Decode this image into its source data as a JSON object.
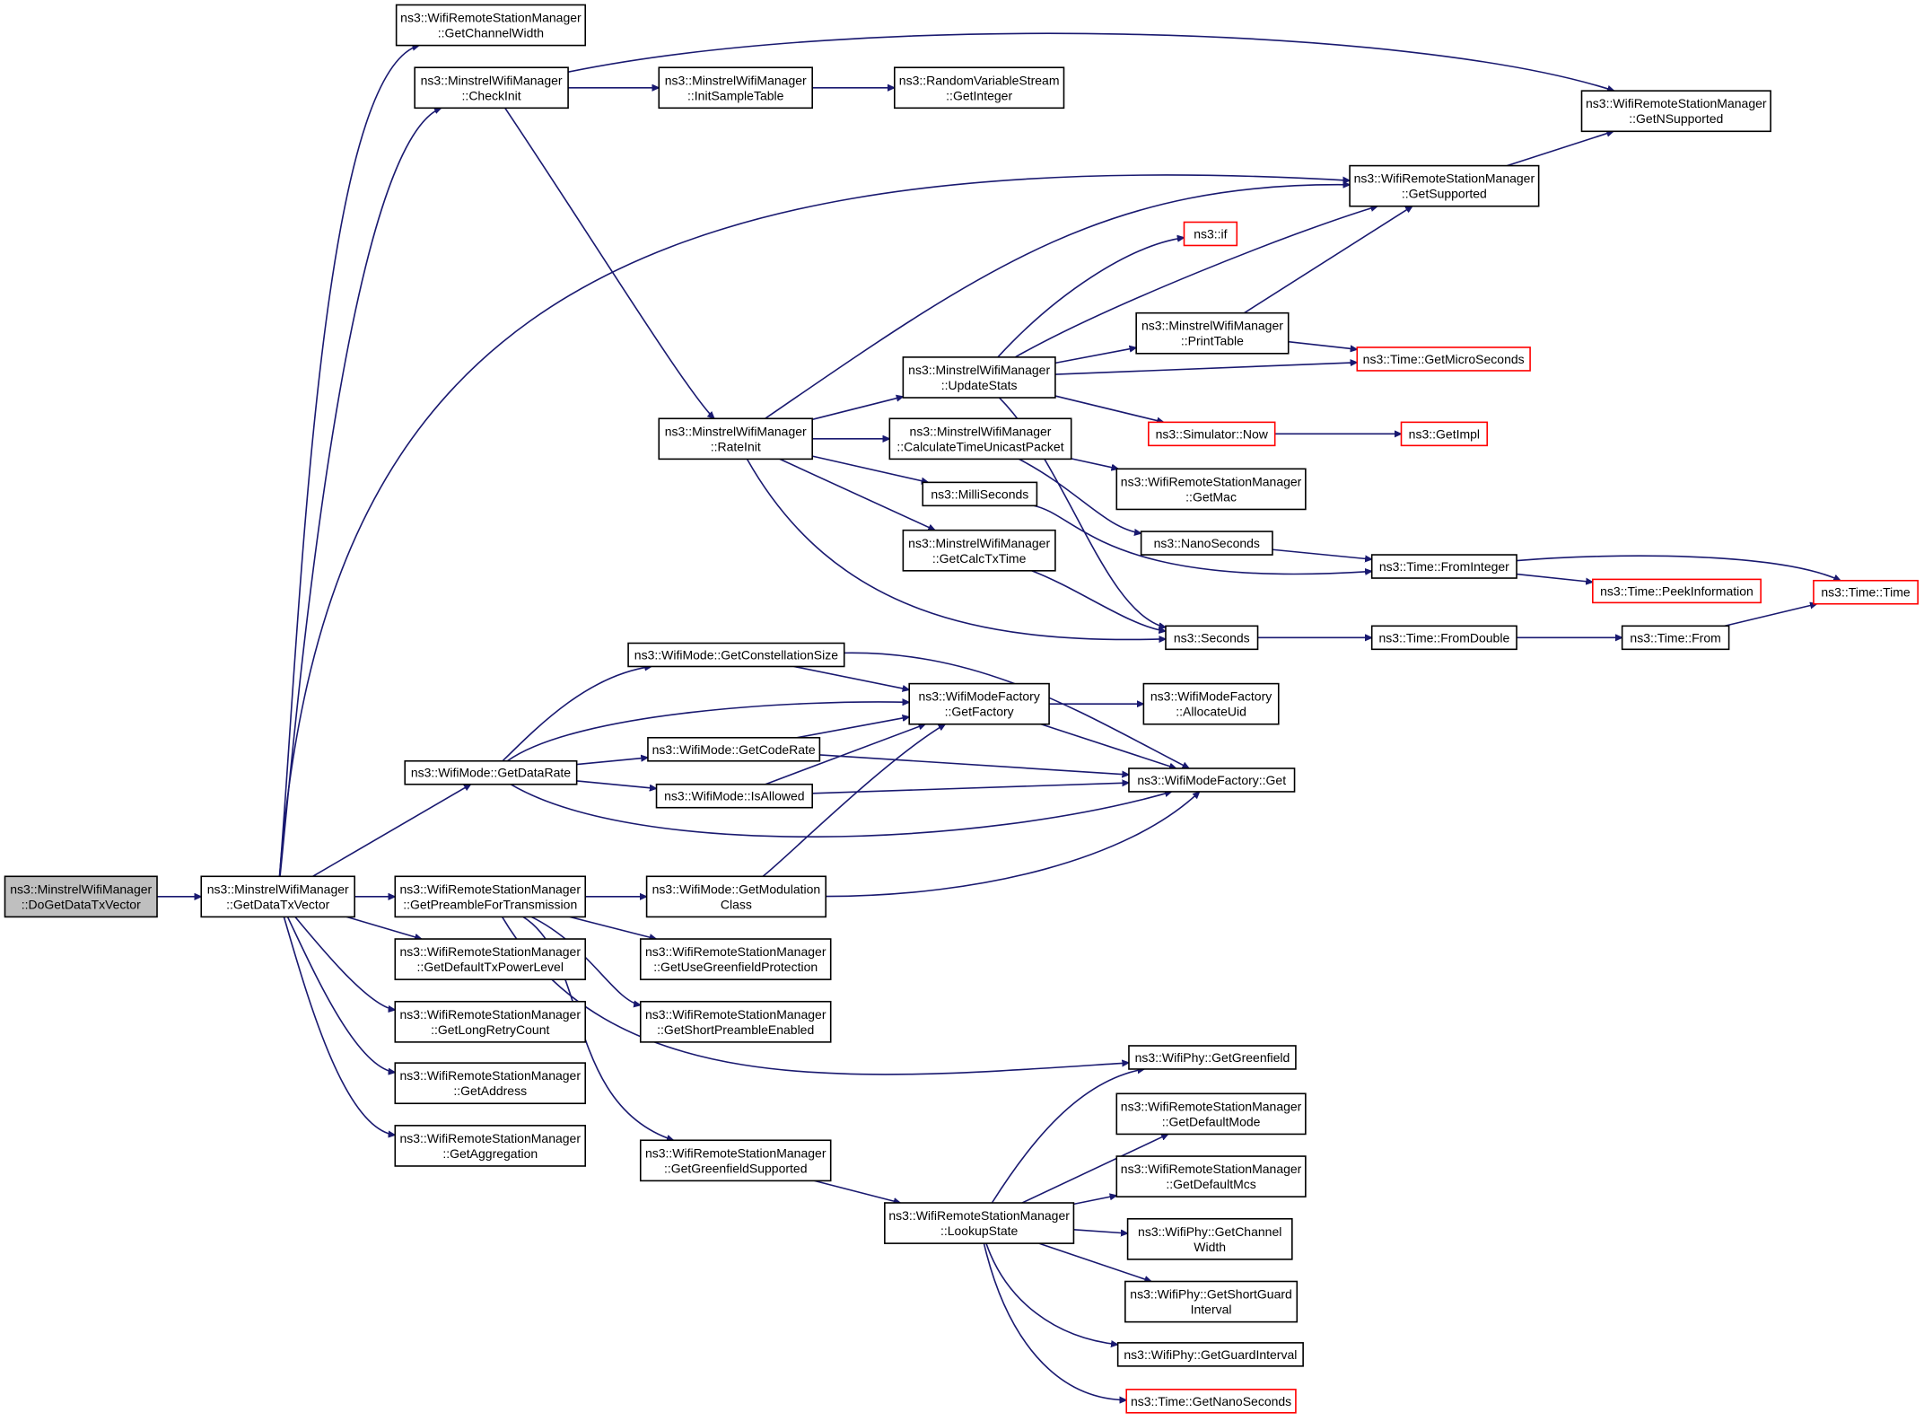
{
  "graph": {
    "nodes": {
      "doget": {
        "lines": [
          "ns3::MinstrelWifiManager",
          "::DoGetDataTxVector"
        ],
        "highlight": true
      },
      "getdatatx": {
        "lines": [
          "ns3::MinstrelWifiManager",
          "::GetDataTxVector"
        ]
      },
      "getchanwidth": {
        "lines": [
          "ns3::WifiRemoteStationManager",
          "::GetChannelWidth"
        ]
      },
      "checkinit": {
        "lines": [
          "ns3::MinstrelWifiManager",
          "::CheckInit"
        ]
      },
      "initsample": {
        "lines": [
          "ns3::MinstrelWifiManager",
          "::InitSampleTable"
        ]
      },
      "randint": {
        "lines": [
          "ns3::RandomVariableStream",
          "::GetInteger"
        ]
      },
      "getnsupported": {
        "lines": [
          "ns3::WifiRemoteStationManager",
          "::GetNSupported"
        ]
      },
      "getsupported": {
        "lines": [
          "ns3::WifiRemoteStationManager",
          "::GetSupported"
        ]
      },
      "nsif": {
        "lines": [
          "ns3::if"
        ],
        "truncated": true
      },
      "printtable": {
        "lines": [
          "ns3::MinstrelWifiManager",
          "::PrintTable"
        ]
      },
      "getmicro": {
        "lines": [
          "ns3::Time::GetMicroSeconds"
        ],
        "truncated": true
      },
      "updatestats": {
        "lines": [
          "ns3::MinstrelWifiManager",
          "::UpdateStats"
        ]
      },
      "rateinit": {
        "lines": [
          "ns3::MinstrelWifiManager",
          "::RateInit"
        ]
      },
      "simnow": {
        "lines": [
          "ns3::Simulator::Now"
        ],
        "truncated": true
      },
      "getimpl": {
        "lines": [
          "ns3::GetImpl"
        ],
        "truncated": true
      },
      "calctime": {
        "lines": [
          "ns3::MinstrelWifiManager",
          "::CalculateTimeUnicastPacket"
        ]
      },
      "getmac": {
        "lines": [
          "ns3::WifiRemoteStationManager",
          "::GetMac"
        ]
      },
      "milli": {
        "lines": [
          "ns3::MilliSeconds"
        ]
      },
      "nano": {
        "lines": [
          "ns3::NanoSeconds"
        ]
      },
      "frominteger": {
        "lines": [
          "ns3::Time::FromInteger"
        ]
      },
      "peekinfo": {
        "lines": [
          "ns3::Time::PeekInformation"
        ],
        "truncated": true
      },
      "timetime": {
        "lines": [
          "ns3::Time::Time"
        ],
        "truncated": true
      },
      "getcalctx": {
        "lines": [
          "ns3::MinstrelWifiManager",
          "::GetCalcTxTime"
        ]
      },
      "seconds": {
        "lines": [
          "ns3::Seconds"
        ]
      },
      "fromdouble": {
        "lines": [
          "ns3::Time::FromDouble"
        ]
      },
      "timefrom": {
        "lines": [
          "ns3::Time::From"
        ]
      },
      "constsize": {
        "lines": [
          "ns3::WifiMode::GetConstellationSize"
        ]
      },
      "getfactory": {
        "lines": [
          "ns3::WifiModeFactory",
          "::GetFactory"
        ]
      },
      "allocuid": {
        "lines": [
          "ns3::WifiModeFactory",
          "::AllocateUid"
        ]
      },
      "getdatarate": {
        "lines": [
          "ns3::WifiMode::GetDataRate"
        ]
      },
      "getcoderate": {
        "lines": [
          "ns3::WifiMode::GetCodeRate"
        ]
      },
      "factoryget": {
        "lines": [
          "ns3::WifiModeFactory::Get"
        ]
      },
      "isallowed": {
        "lines": [
          "ns3::WifiMode::IsAllowed"
        ]
      },
      "getpreamble": {
        "lines": [
          "ns3::WifiRemoteStationManager",
          "::GetPreambleForTransmission"
        ]
      },
      "getmodclass": {
        "lines": [
          "ns3::WifiMode::GetModulation",
          "Class"
        ]
      },
      "getdefpower": {
        "lines": [
          "ns3::WifiRemoteStationManager",
          "::GetDefaultTxPowerLevel"
        ]
      },
      "getusegreen": {
        "lines": [
          "ns3::WifiRemoteStationManager",
          "::GetUseGreenfieldProtection"
        ]
      },
      "getlongretry": {
        "lines": [
          "ns3::WifiRemoteStationManager",
          "::GetLongRetryCount"
        ]
      },
      "getshortpre": {
        "lines": [
          "ns3::WifiRemoteStationManager",
          "::GetShortPreambleEnabled"
        ]
      },
      "getaddress": {
        "lines": [
          "ns3::WifiRemoteStationManager",
          "::GetAddress"
        ]
      },
      "phygreen": {
        "lines": [
          "ns3::WifiPhy::GetGreenfield"
        ]
      },
      "getdefmode": {
        "lines": [
          "ns3::WifiRemoteStationManager",
          "::GetDefaultMode"
        ]
      },
      "getaggregation": {
        "lines": [
          "ns3::WifiRemoteStationManager",
          "::GetAggregation"
        ]
      },
      "getdefmcs": {
        "lines": [
          "ns3::WifiRemoteStationManager",
          "::GetDefaultMcs"
        ]
      },
      "getgreensupp": {
        "lines": [
          "ns3::WifiRemoteStationManager",
          "::GetGreenfieldSupported"
        ]
      },
      "lookup": {
        "lines": [
          "ns3::WifiRemoteStationManager",
          "::LookupState"
        ]
      },
      "phychanwidth": {
        "lines": [
          "ns3::WifiPhy::GetChannel",
          "Width"
        ]
      },
      "physhortguard": {
        "lines": [
          "ns3::WifiPhy::GetShortGuard",
          "Interval"
        ]
      },
      "phyguard": {
        "lines": [
          "ns3::WifiPhy::GetGuardInterval"
        ]
      },
      "getnano": {
        "lines": [
          "ns3::Time::GetNanoSeconds"
        ],
        "truncated": true
      }
    },
    "edges": [
      [
        "doget",
        "getdatatx"
      ],
      [
        "getdatatx",
        "getchanwidth"
      ],
      [
        "getdatatx",
        "checkinit"
      ],
      [
        "getdatatx",
        "getsupported"
      ],
      [
        "getdatatx",
        "getdatarate"
      ],
      [
        "getdatatx",
        "getpreamble"
      ],
      [
        "getdatatx",
        "getdefpower"
      ],
      [
        "getdatatx",
        "getlongretry"
      ],
      [
        "getdatatx",
        "getaddress"
      ],
      [
        "getdatatx",
        "getaggregation"
      ],
      [
        "checkinit",
        "initsample"
      ],
      [
        "checkinit",
        "getnsupported"
      ],
      [
        "checkinit",
        "rateinit"
      ],
      [
        "initsample",
        "randint"
      ],
      [
        "getsupported",
        "getnsupported"
      ],
      [
        "rateinit",
        "getsupported"
      ],
      [
        "rateinit",
        "updatestats"
      ],
      [
        "rateinit",
        "calctime"
      ],
      [
        "rateinit",
        "milli"
      ],
      [
        "rateinit",
        "getcalctx"
      ],
      [
        "rateinit",
        "seconds"
      ],
      [
        "updatestats",
        "nsif"
      ],
      [
        "updatestats",
        "getsupported"
      ],
      [
        "updatestats",
        "printtable"
      ],
      [
        "updatestats",
        "getmicro"
      ],
      [
        "updatestats",
        "simnow"
      ],
      [
        "updatestats",
        "seconds"
      ],
      [
        "printtable",
        "getsupported"
      ],
      [
        "printtable",
        "getmicro"
      ],
      [
        "simnow",
        "getimpl"
      ],
      [
        "calctime",
        "getmac"
      ],
      [
        "calctime",
        "nano"
      ],
      [
        "milli",
        "frominteger"
      ],
      [
        "nano",
        "frominteger"
      ],
      [
        "frominteger",
        "peekinfo"
      ],
      [
        "frominteger",
        "timetime"
      ],
      [
        "getcalctx",
        "seconds"
      ],
      [
        "seconds",
        "fromdouble"
      ],
      [
        "fromdouble",
        "timefrom"
      ],
      [
        "timefrom",
        "timetime"
      ],
      [
        "getdatarate",
        "constsize"
      ],
      [
        "getdatarate",
        "getfactory"
      ],
      [
        "getdatarate",
        "getcoderate"
      ],
      [
        "getdatarate",
        "isallowed"
      ],
      [
        "getdatarate",
        "factoryget"
      ],
      [
        "constsize",
        "getfactory"
      ],
      [
        "constsize",
        "factoryget"
      ],
      [
        "getcoderate",
        "getfactory"
      ],
      [
        "getcoderate",
        "factoryget"
      ],
      [
        "isallowed",
        "getfactory"
      ],
      [
        "isallowed",
        "factoryget"
      ],
      [
        "getfactory",
        "allocuid"
      ],
      [
        "getfactory",
        "factoryget"
      ],
      [
        "getpreamble",
        "getmodclass"
      ],
      [
        "getpreamble",
        "getusegreen"
      ],
      [
        "getpreamble",
        "getshortpre"
      ],
      [
        "getpreamble",
        "phygreen"
      ],
      [
        "getpreamble",
        "getgreensupp"
      ],
      [
        "getmodclass",
        "getfactory"
      ],
      [
        "getmodclass",
        "factoryget"
      ],
      [
        "getgreensupp",
        "lookup"
      ],
      [
        "lookup",
        "phygreen"
      ],
      [
        "lookup",
        "getdefmode"
      ],
      [
        "lookup",
        "getdefmcs"
      ],
      [
        "lookup",
        "phychanwidth"
      ],
      [
        "lookup",
        "physhortguard"
      ],
      [
        "lookup",
        "phyguard"
      ],
      [
        "lookup",
        "getnano"
      ]
    ]
  }
}
